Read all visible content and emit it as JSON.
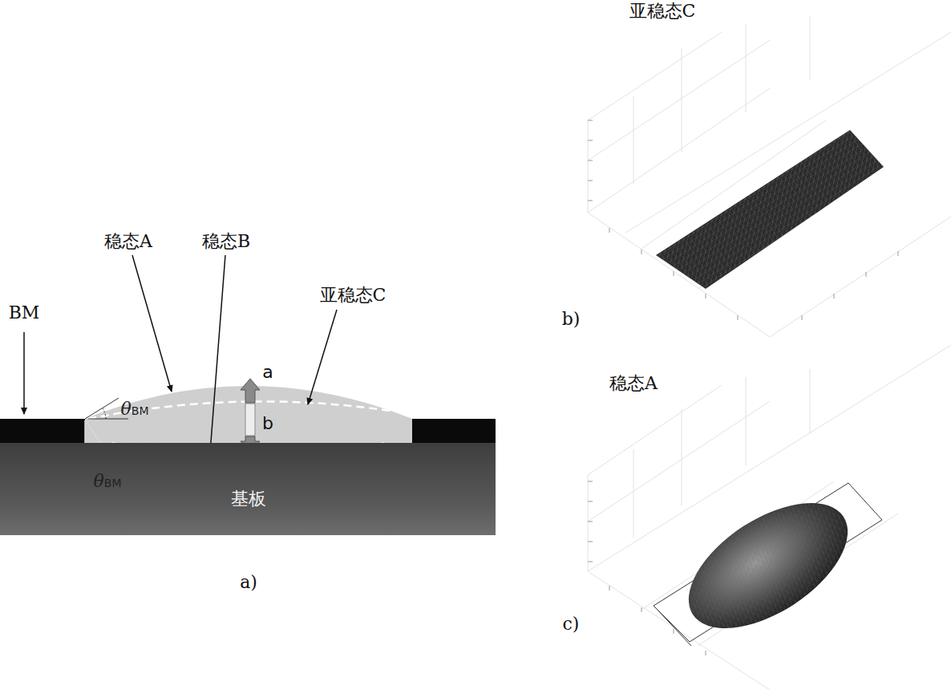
{
  "diagram": {
    "nodes": [
      {
        "text": [
          "基板"
        ]
      }
    ],
    "labels": [
      "BM",
      "稳态A",
      "稳态B",
      "亚稳态C",
      "a",
      "b",
      "θBM",
      "θBM",
      "a)",
      "亚稳态C",
      "b)",
      "稳态A",
      "c)"
    ]
  }
}
